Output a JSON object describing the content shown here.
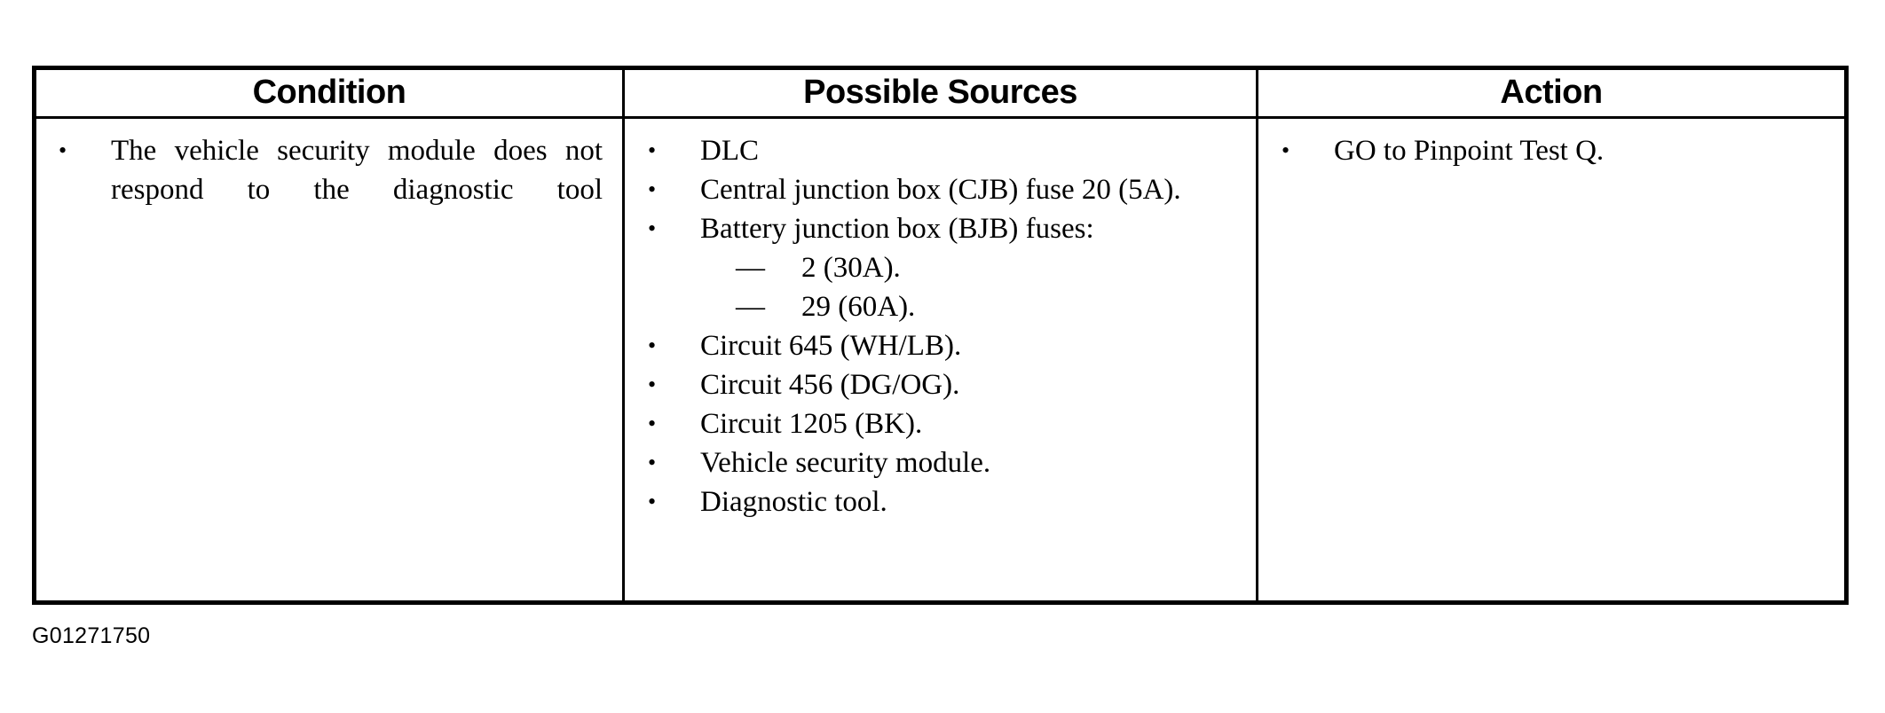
{
  "table": {
    "headers": [
      {
        "label": "Condition"
      },
      {
        "label": "Possible Sources"
      },
      {
        "label": "Action"
      }
    ],
    "condition": {
      "items": [
        {
          "bullet": "•",
          "text": "The vehicle security module does not respond to the diagnostic tool"
        }
      ]
    },
    "possible_sources": {
      "items": [
        {
          "bullet": "•",
          "text": "DLC"
        },
        {
          "bullet": "•",
          "text": "Central junction box (CJB) fuse 20 (5A)."
        },
        {
          "bullet": "•",
          "text": "Battery junction box (BJB) fuses:",
          "sub_items": [
            {
              "dash": "—",
              "text": "2 (30A)."
            },
            {
              "dash": "—",
              "text": "29 (60A)."
            }
          ]
        },
        {
          "bullet": "•",
          "text": "Circuit 645 (WH/LB)."
        },
        {
          "bullet": "•",
          "text": "Circuit 456 (DG/OG)."
        },
        {
          "bullet": "•",
          "text": "Circuit 1205 (BK)."
        },
        {
          "bullet": "•",
          "text": "Vehicle security module."
        },
        {
          "bullet": "•",
          "text": "Diagnostic tool."
        }
      ]
    },
    "action": {
      "items": [
        {
          "bullet": "•",
          "text": "GO to Pinpoint Test Q."
        }
      ]
    }
  },
  "caption": {
    "text": "G01271750"
  },
  "colors": {
    "border": "#000000",
    "text": "#000000",
    "background": "#ffffff"
  }
}
